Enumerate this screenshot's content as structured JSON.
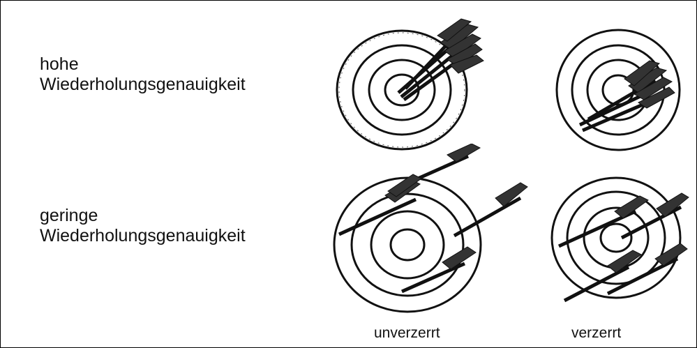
{
  "rows": {
    "high": {
      "line1": "hohe",
      "line2": "Wiederholungsgenauigkeit"
    },
    "low": {
      "line1": "geringe",
      "line2": "Wiederholungsgenauigkeit"
    }
  },
  "columns": {
    "unbiased": "unverzerrt",
    "biased": "verzerrt"
  },
  "colors": {
    "ink": "#111111",
    "background": "#ffffff"
  }
}
